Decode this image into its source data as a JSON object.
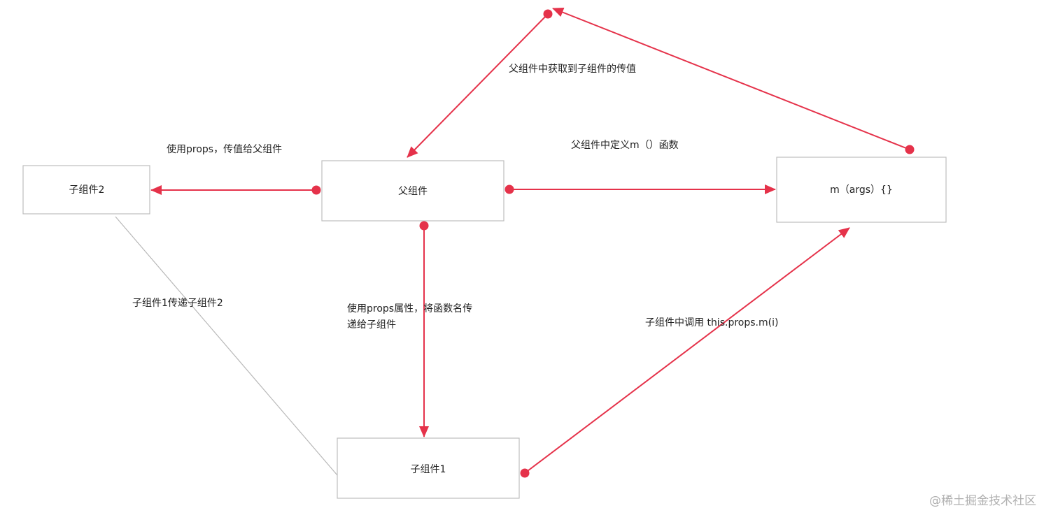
{
  "nodes": {
    "child2": "子组件2",
    "parent": "父组件",
    "func": "m（args）{}",
    "child1": "子组件1"
  },
  "edge_labels": {
    "props_to_parent": "使用props，传值给父组件",
    "parent_gets_value": "父组件中获取到子组件的传值",
    "parent_defines_m": "父组件中定义m（）函数",
    "child1_to_child2": "子组件1传递子组件2",
    "props_pass_line1": "使用props属性，将函数名传",
    "props_pass_line2": "递给子组件",
    "child_calls": "子组件中调用 this.props.m(i)"
  },
  "watermark": "@稀土掘金技术社区",
  "colors": {
    "edge": "#e5324a",
    "box_border": "#bdbdbd"
  }
}
